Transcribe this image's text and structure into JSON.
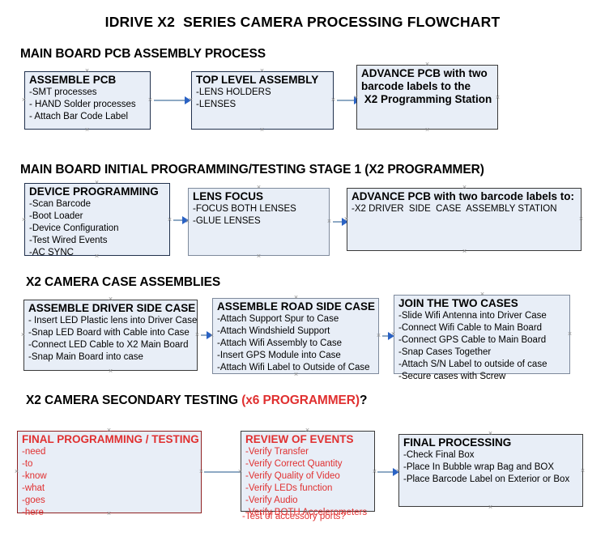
{
  "title": "IDRIVE X2  SERIES CAMERA PROCESSING FLOWCHART",
  "sections": [
    {
      "id": "main-board-pcb-assembly",
      "heading": "MAIN BOARD PCB ASSEMBLY PROCESS",
      "nodes": [
        {
          "id": "assemble-pcb",
          "header": "ASSEMBLE PCB",
          "lines": [
            "-SMT processes",
            "- HAND Solder processes",
            "- Attach Bar Code Label"
          ]
        },
        {
          "id": "top-level-assembly",
          "header": "TOP LEVEL ASSEMBLY",
          "lines": [
            "-LENS HOLDERS",
            "-LENSES"
          ]
        },
        {
          "id": "advance-pcb-to-x2-programming-station",
          "header": "ADVANCE PCB with two",
          "lines": [
            "barcode labels to the",
            " X2 Programming Station"
          ]
        }
      ]
    },
    {
      "id": "main-board-initial-programming",
      "heading": "MAIN BOARD INITIAL PROGRAMMING/TESTING STAGE 1 (X2 PROGRAMMER)",
      "nodes": [
        {
          "id": "device-programming",
          "header": "DEVICE PROGRAMMING",
          "lines": [
            "-Scan Barcode",
            "-Boot Loader",
            "-Device Configuration",
            "-Test Wired Events",
            "-AC SYNC"
          ]
        },
        {
          "id": "lens-focus",
          "header": "LENS FOCUS",
          "lines": [
            "-FOCUS BOTH LENSES",
            "-GLUE LENSES"
          ]
        },
        {
          "id": "advance-pcb-to-driver-side-case-station",
          "header": "ADVANCE PCB with two barcode labels to:",
          "lines": [
            "-X2 DRIVER  SIDE  CASE  ASSEMBLY STATION"
          ]
        }
      ]
    },
    {
      "id": "x2-camera-case-assemblies",
      "heading": "X2 CAMERA CASE ASSEMBLIES",
      "nodes": [
        {
          "id": "assemble-driver-side-case",
          "header": "ASSEMBLE DRIVER SIDE CASE",
          "lines": [
            "- Insert LED Plastic lens into Driver Case",
            "-Snap LED Board with Cable into Case",
            "-Connect LED Cable to X2 Main Board",
            "-Snap Main Board into case"
          ]
        },
        {
          "id": "assemble-road-side-case",
          "header": "ASSEMBLE ROAD SIDE CASE",
          "lines": [
            "-Attach Support Spur to Case",
            "-Attach Windshield Support",
            "-Attach Wifi Assembly to Case",
            "-Insert GPS Module into Case",
            "-Attach Wifi Label to Outside of Case"
          ]
        },
        {
          "id": "join-the-two-cases",
          "header": "JOIN THE TWO CASES",
          "lines": [
            "-Slide Wifi Antenna into Driver Case",
            "-Connect Wifi Cable to Main Board",
            "-Connect GPS Cable to Main Board",
            "-Snap Cases Together",
            "-Attach S/N Label to outside of case",
            "-Secure cases with Screw"
          ]
        }
      ]
    },
    {
      "id": "x2-camera-secondary-testing",
      "heading": "X2 CAMERA SECONDARY TESTING ",
      "heading_accent": "(x6 PROGRAMMER)",
      "heading_suffix": "?",
      "nodes": [
        {
          "id": "final-programming-testing",
          "header": "FINAL PROGRAMMING / TESTING",
          "lines": [
            "-need",
            "-to",
            "-know",
            "-what",
            "-goes",
            "-here"
          ]
        },
        {
          "id": "review-of-events",
          "header": "REVIEW OF EVENTS",
          "lines": [
            "-Verify Transfer",
            "-Verify Correct Quantity",
            "-Verify Quality of Video",
            "-Verify LEDs function",
            "-Verify Audio",
            "-Verify BOTH Accelerometers"
          ],
          "overflow_line": "-Test of accessory ports?"
        },
        {
          "id": "final-processing",
          "header": "FINAL PROCESSING",
          "lines": [
            "-Check Final Box",
            "-Place In Bubble wrap Bag and BOX",
            "-Place Barcode Label on Exterior or Box"
          ]
        }
      ]
    }
  ],
  "colors": {
    "node_fill": "#e8eef7",
    "node_border": "#7e8a9c",
    "node_border_dark": "#3a3a3a",
    "node_border_red": "#8f2020",
    "accent_red": "#e03030",
    "connector_line": "#8ea9c4",
    "arrowhead": "#2a62c4",
    "handle": "#8f8f8f"
  }
}
